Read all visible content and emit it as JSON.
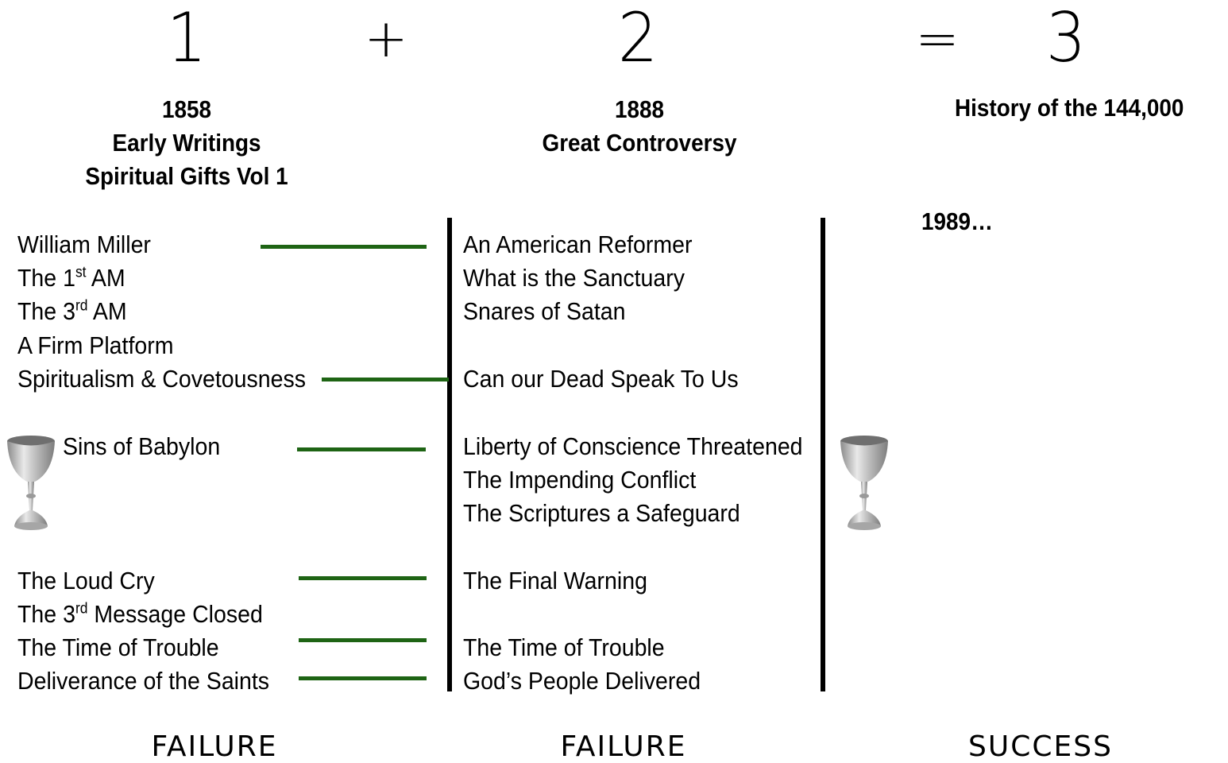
{
  "equation": {
    "term1": "1",
    "plus": "+",
    "term2": "2",
    "equals": "=",
    "result": "3"
  },
  "headings": {
    "left": [
      "1858",
      "Early Writings",
      "Spiritual Gifts Vol 1"
    ],
    "middle": [
      "1888",
      "Great Controversy"
    ],
    "right": [
      "History of the 144,000"
    ],
    "right_date": "1989…"
  },
  "left_items": [
    {
      "pre": "William Miller",
      "sup": "",
      "post": ""
    },
    {
      "pre": "The 1",
      "sup": "st",
      "post": " AM"
    },
    {
      "pre": "The 3",
      "sup": "rd",
      "post": " AM"
    },
    {
      "pre": "A Firm Platform",
      "sup": "",
      "post": ""
    },
    {
      "pre": "Spiritualism & Covetousness",
      "sup": "",
      "post": ""
    },
    {
      "pre": "Sins of Babylon",
      "sup": "",
      "post": ""
    },
    {
      "pre": "The Loud Cry",
      "sup": "",
      "post": ""
    },
    {
      "pre": "The 3",
      "sup": "rd",
      "post": " Message Closed"
    },
    {
      "pre": "The Time of Trouble",
      "sup": "",
      "post": ""
    },
    {
      "pre": "Deliverance of the Saints",
      "sup": "",
      "post": ""
    }
  ],
  "middle_items": [
    "An American Reformer",
    "What is the Sanctuary",
    "Snares of Satan",
    "Can our Dead Speak To Us",
    "Liberty of Conscience Threatened",
    "The Impending Conflict",
    "The Scriptures a Safeguard",
    "The Final Warning",
    "The Time of Trouble",
    "God’s People Delivered"
  ],
  "footers": {
    "left": "FAILURE",
    "middle": "FAILURE",
    "right": "SUCCESS"
  },
  "colors": {
    "connector": "#1e6414",
    "divider": "#000000",
    "cup": "#b8b8b8"
  },
  "icons": [
    "chalice-icon",
    "chalice-icon"
  ]
}
